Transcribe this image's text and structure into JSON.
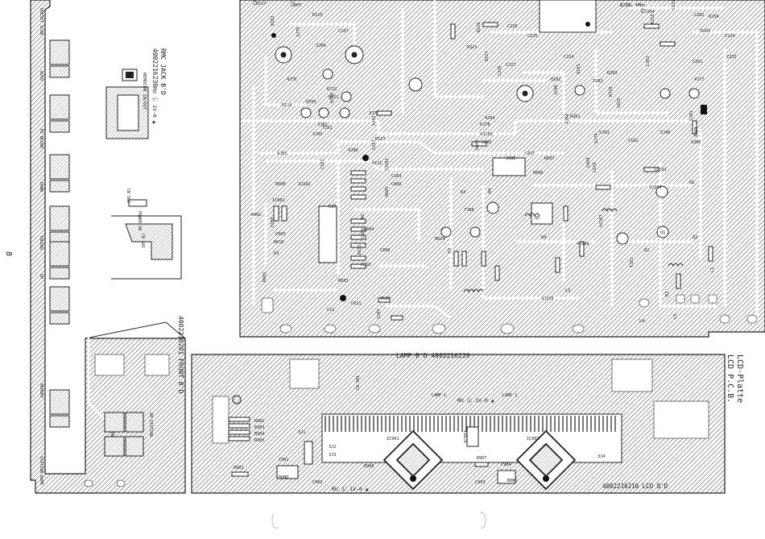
{
  "page": {
    "number": "8"
  },
  "titles": {
    "lcd_de": "LCD-Platte",
    "lcd_en": "LCD P.C.B.",
    "lamp_board": "LAMP B'D 4002216220",
    "lcd_board": "4002216210 LCD B'D",
    "front_board": "4002216201 FRONT B'D",
    "rmc_jack": "RMC JACK B'D",
    "rmc_part": "4002216230"
  },
  "front_buttons": [
    "PRESET SCAN",
    "AUTO",
    "HI BLEND",
    "DOWN",
    "TUNING",
    "UP",
    "MEMORY",
    "FM STATION",
    "AM STATION",
    "STATION NAME"
  ],
  "main_labels": [
    "R117",
    "C121",
    "C213",
    "C204",
    "C212",
    "C202",
    "R216",
    "D101",
    "R115",
    "C107",
    "R226",
    "C220",
    "C225",
    "R215",
    "R202",
    "C124",
    "3J75",
    "3J89",
    "R221",
    "R227",
    "C227",
    "C224",
    "Q101",
    "Q102",
    "R203",
    "L302",
    "C201",
    "C233",
    "C226",
    "4J76",
    "R722",
    "3J90",
    "T202",
    "4J77",
    "R720",
    "R721",
    "Q703",
    "Q704",
    "3J91",
    "T201",
    "C615",
    "R114",
    "3J77",
    "5J92",
    "4J94",
    "R201",
    "5J81",
    "4J95",
    "6J78",
    "4J84",
    "5J93",
    "5J96",
    "4J98",
    "R127",
    "4J100",
    "6J79",
    "C102",
    "4J86",
    "5J97",
    "4J99",
    "6J80",
    "D601",
    "4J85",
    "R112",
    "C101",
    "3J82",
    "R607",
    "C609",
    "R606",
    "3J102",
    "3J103",
    "C103",
    "C608",
    "R605",
    "R608",
    "C607",
    "C615",
    "IC101",
    "C17",
    "R6",
    "R604",
    "R602",
    "C604",
    "C606",
    "IC601",
    "C605",
    "C603",
    "R610",
    "R611",
    "C610",
    "R603",
    "R601",
    "R600",
    "C611",
    "3J87",
    "R614",
    "7J88",
    "Q3",
    "Q4",
    "Q5",
    "T101",
    "R2",
    "R3",
    "R4",
    "Q1",
    "Q2",
    "L1",
    "L3",
    "L4",
    "L5",
    "4J105",
    "4J106",
    "4J107",
    "5J104",
    "D1",
    "D2",
    "D3",
    "C11",
    "C12",
    "BPF",
    "X-TAL 4MHz",
    "P1"
  ],
  "lcd_labels": [
    "R902",
    "R903",
    "R904",
    "R905",
    "3J1",
    "3J2",
    "3J3",
    "C901",
    "BOND",
    "IC901",
    "R906",
    "R901",
    "C902",
    "C903",
    "R907",
    "C904",
    "BOND",
    "IC902",
    "IC903",
    "3J4"
  ],
  "rmc_labels": [
    "REMOCON IN/OUT",
    "CN 502",
    "POWER SW",
    "CN 501"
  ],
  "lamp_labels": [
    "LAMP 1",
    "LAMP 2",
    "CN 901"
  ],
  "marks": {
    "ul_a": "RU Ⓛ 1V-0 ▲",
    "ul_b": "RU Ⓛ 1V-0 ▲",
    "ul_c": "RU Ⓛ 1V-0 ▲"
  },
  "colors": {
    "ink": "#222222",
    "hatch": "#8a8a8a",
    "trace": "#ffffff",
    "paper": "#ffffff"
  }
}
